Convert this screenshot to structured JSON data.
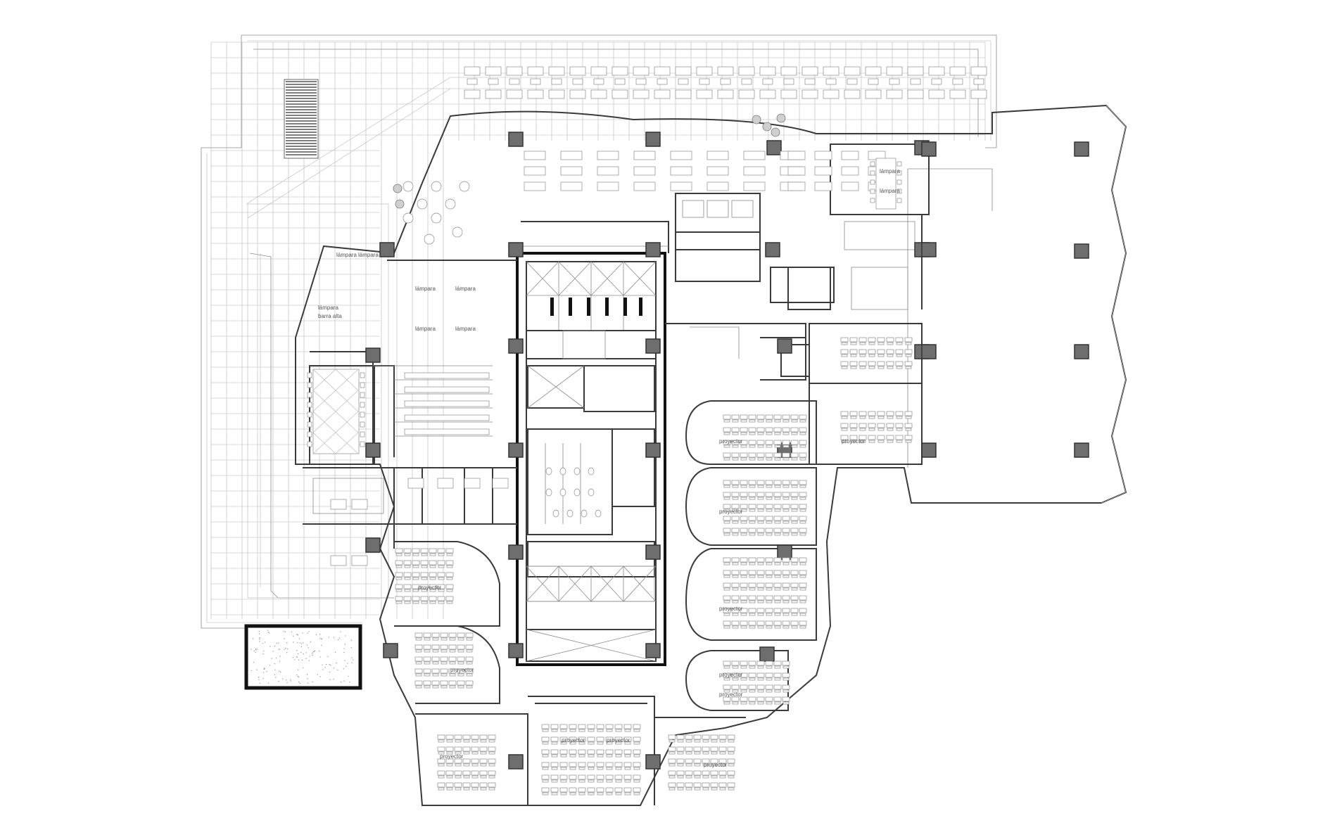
{
  "labels": {
    "lampara": "lámpara",
    "barra_alta": "barra alta",
    "proyector": "proyector"
  },
  "colors": {
    "wall": "#3a3a3a",
    "column": "#6e6e6e",
    "line": "#8a8a8a",
    "paper": "#ffffff"
  }
}
